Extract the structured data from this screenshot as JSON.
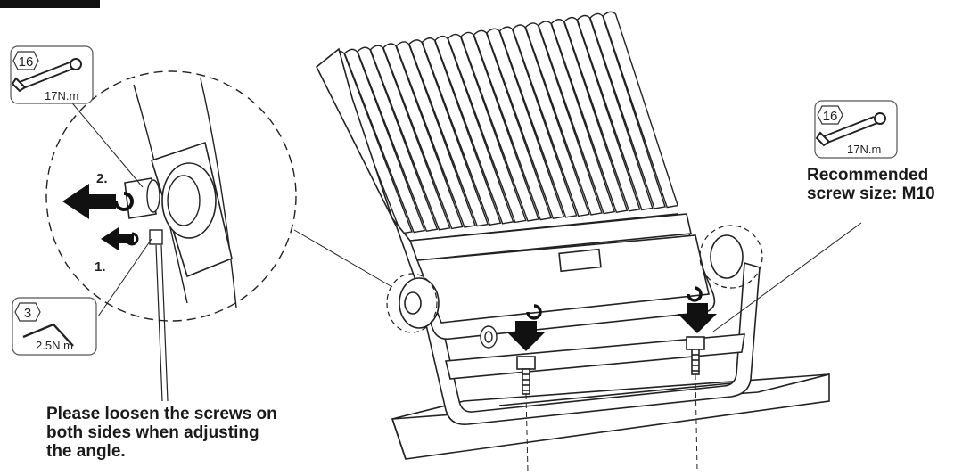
{
  "tools": {
    "wrench_left": {
      "size": "16",
      "torque": "17N.m"
    },
    "wrench_right": {
      "size": "16",
      "torque": "17N.m"
    },
    "hex_key": {
      "size": "3",
      "torque": "2.5N.m"
    }
  },
  "steps": {
    "step1": "1.",
    "step2": "2."
  },
  "notes": {
    "left": "Please loosen the screws on\nboth sides when adjusting\nthe angle.",
    "right": "Recommended\nscrew size: M10"
  },
  "icons": [
    "wrench-icon",
    "hex-key-icon",
    "loosen-arrow-icon",
    "rotate-icon",
    "screw-down-arrow-icon",
    "bolt-icon"
  ]
}
